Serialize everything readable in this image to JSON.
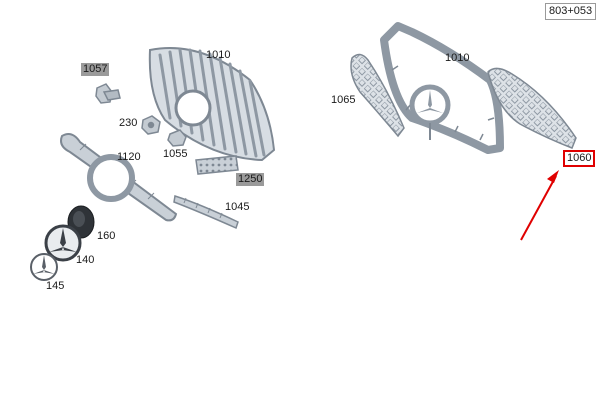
{
  "reference": "803+053",
  "parts": {
    "p1010_left": "1010",
    "p1057": "1057",
    "p230": "230",
    "p1055": "1055",
    "p1120": "1120",
    "p1250": "1250",
    "p1045": "1045",
    "p160": "160",
    "p140": "140",
    "p145": "145",
    "p1010_right": "1010",
    "p1065": "1065",
    "p1060": "1060"
  },
  "highlight_color": "#e00000",
  "part_color": "#aeb6bf"
}
